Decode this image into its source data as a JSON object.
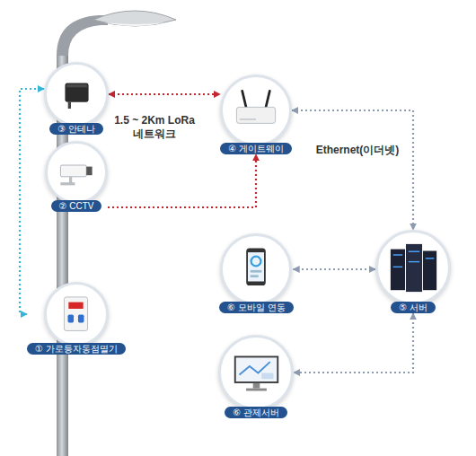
{
  "diagram": {
    "nodes": [
      {
        "text": [
          "③ 안테나"
        ]
      },
      {
        "text": [
          "④ 게이트웨이"
        ]
      },
      {
        "text": [
          "② CCTV"
        ]
      },
      {
        "text": [
          "⑥ 모바일 연동"
        ]
      },
      {
        "text": [
          "⑤ 서버"
        ]
      },
      {
        "text": [
          "① 가로등자동점멸기"
        ]
      },
      {
        "text": [
          "⑥ 관제서버"
        ]
      }
    ],
    "edges": [
      {
        "from": 0,
        "to": 1,
        "arrow": "both",
        "label": "1.5 ~ 2Km LoRa 네트워크"
      },
      {
        "from": 2,
        "to": 1,
        "arrow": "to"
      },
      {
        "from": 5,
        "to": 0,
        "arrow": "both"
      },
      {
        "from": 1,
        "to": 4,
        "arrow": "both",
        "label": "Ethernet(이더넷)"
      },
      {
        "from": 4,
        "to": 3,
        "arrow": "both"
      },
      {
        "from": 4,
        "to": 6,
        "arrow": "both"
      }
    ]
  }
}
